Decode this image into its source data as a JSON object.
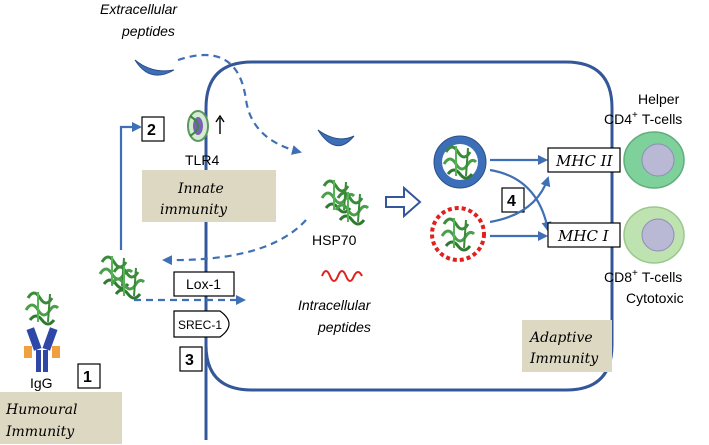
{
  "labels": {
    "extracellular_line1": "Extracellular",
    "extracellular_line2": "peptides",
    "tlr4": "TLR4",
    "innate_line1": "Innate",
    "innate_line2": "immunity",
    "hsp70": "HSP70",
    "intracellular_line1": "Intracellular",
    "intracellular_line2": "peptides",
    "lox1": "Lox-1",
    "srec1": "SREC-1",
    "igg": "IgG",
    "humoural_line1": "Humoural",
    "humoural_line2": "Immunity",
    "adaptive_line1": "Adaptive",
    "adaptive_line2": "Immunity",
    "mhc2": "MHC II",
    "mhc1": "MHC I",
    "helper_line1": "Helper",
    "cd4": "CD4",
    "cd4_sup": "+",
    "tcells": "T-cells",
    "cd8": "CD8",
    "cd8_sup": "+",
    "tcells2": "T-cells",
    "cytotoxic": "Cytotoxic"
  },
  "steps": {
    "one": "1",
    "two": "2",
    "three": "3",
    "four": "4"
  },
  "colors": {
    "arrow": "#3f6fb5",
    "cell_wall": "#34579a",
    "tan_box": "#ddd8c1",
    "peptide_blue": "#3d6fb8",
    "peptide_red": "#e0201c",
    "helper_cell": "#7ed19b",
    "cytotoxic_cell": "#bfe3b0",
    "nucleus": "#b9b9d6"
  },
  "icons": [
    "protein-icon",
    "antibody-icon",
    "peptide-icon",
    "t-cell-icon"
  ]
}
